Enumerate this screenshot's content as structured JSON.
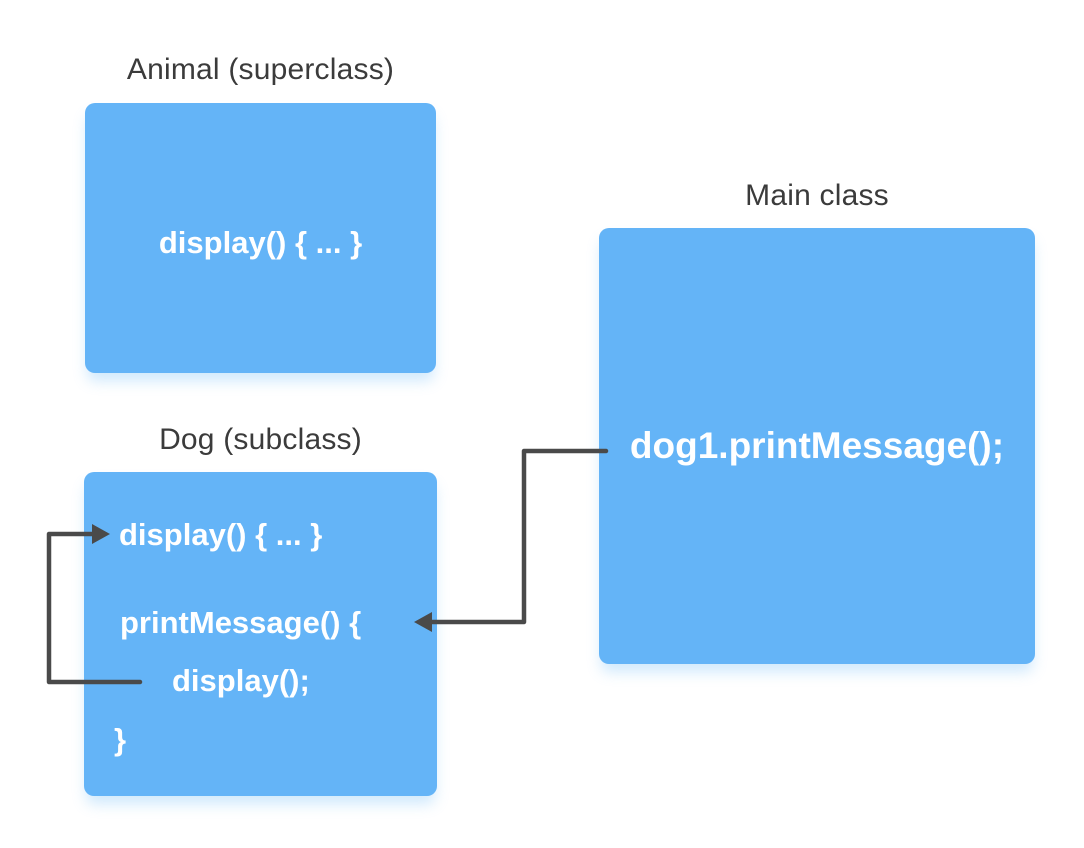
{
  "colors": {
    "background": "#ffffff",
    "box_fill": "#64b4f7",
    "box_shadow": "rgba(100,181,246,0.30)",
    "arrow": "#4a4a4a",
    "label_text": "#3b3b3b",
    "code_text": "#ffffff"
  },
  "animal_class": {
    "label": "Animal (superclass)",
    "lines": [
      "display() { ... }"
    ]
  },
  "dog_class": {
    "label": "Dog (subclass)",
    "lines": [
      "display() { ... }",
      "printMessage() {",
      "display();",
      "}"
    ]
  },
  "main_class": {
    "label": "Main class",
    "lines": [
      "dog1.printMessage();"
    ]
  }
}
